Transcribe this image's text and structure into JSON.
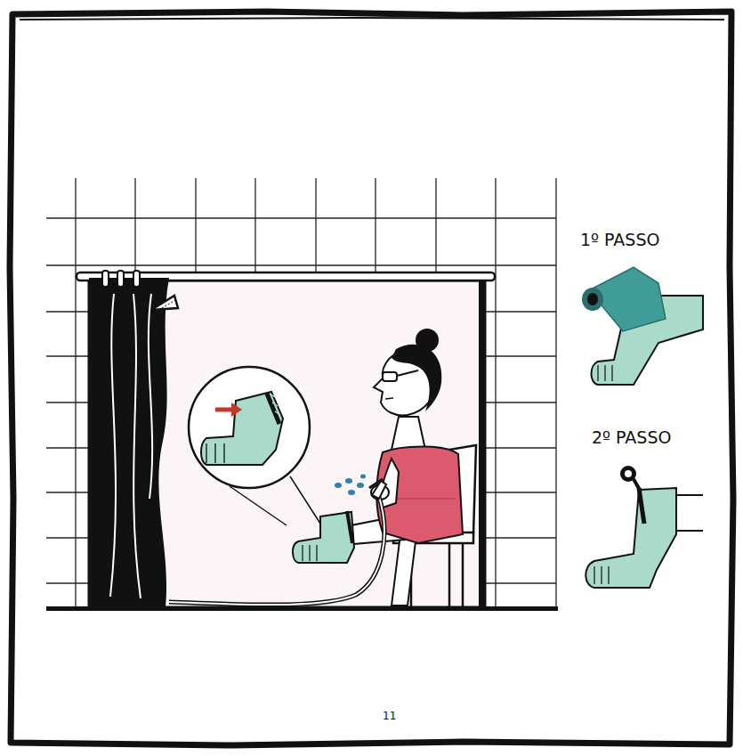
{
  "diagram": {
    "labels": [
      "1º PASSO",
      "2º PASSO",
      "11"
    ]
  }
}
